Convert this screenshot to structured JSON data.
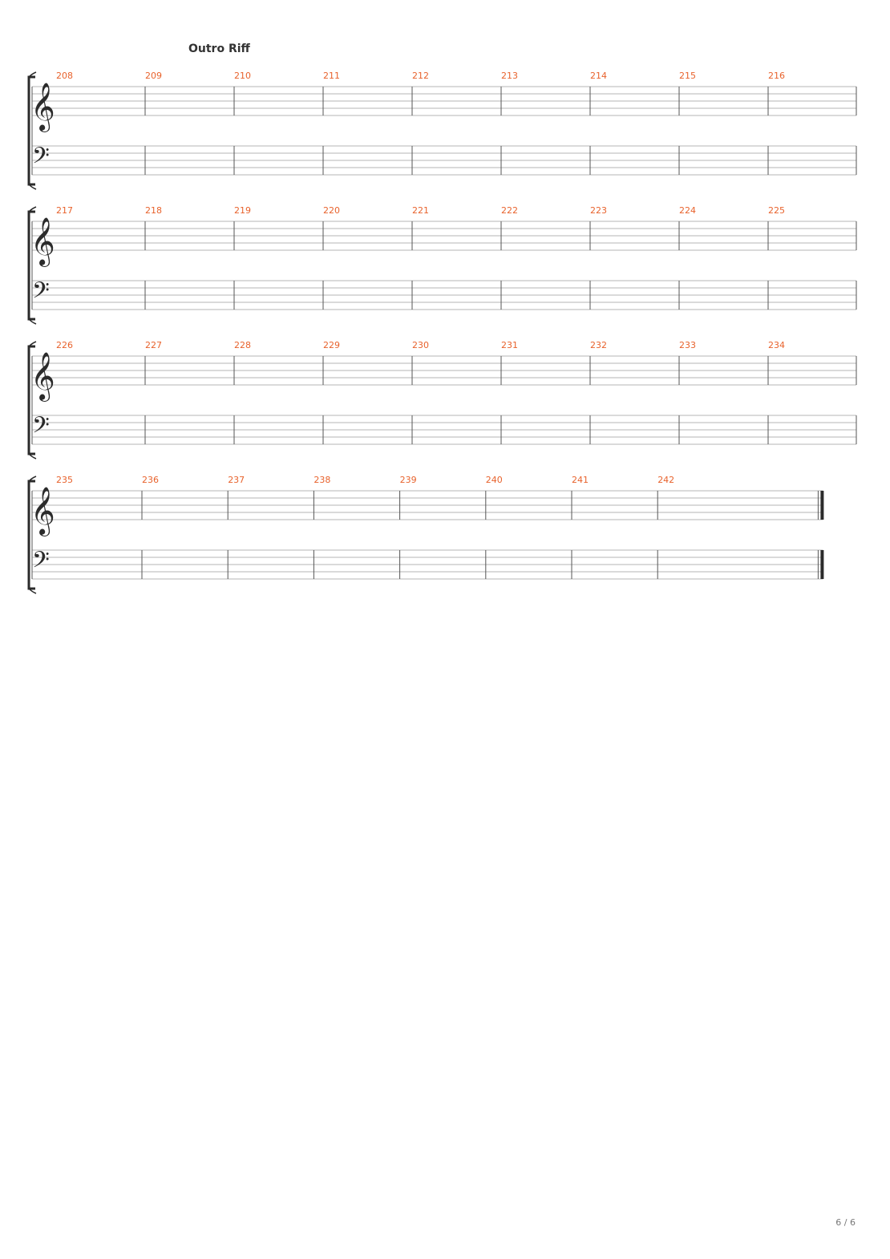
{
  "section_title": "Outro Riff",
  "page_number": "6 / 6",
  "colors": {
    "measure_number": "#e8622c",
    "staff_line": "#b5b5b5",
    "barline": "#555555",
    "clef": "#2b2b2b",
    "title": "#333333"
  },
  "systems": [
    {
      "measures": [
        "208",
        "209",
        "210",
        "211",
        "212",
        "213",
        "214",
        "215",
        "216"
      ],
      "final": false
    },
    {
      "measures": [
        "217",
        "218",
        "219",
        "220",
        "221",
        "222",
        "223",
        "224",
        "225"
      ],
      "final": false
    },
    {
      "measures": [
        "226",
        "227",
        "228",
        "229",
        "230",
        "231",
        "232",
        "233",
        "234"
      ],
      "final": false
    },
    {
      "measures": [
        "235",
        "236",
        "237",
        "238",
        "239",
        "240",
        "241",
        "242"
      ],
      "final": true
    }
  ],
  "staves": [
    {
      "clef": "treble",
      "clef_icon": "treble-clef-icon"
    },
    {
      "clef": "bass",
      "clef_icon": "bass-clef-icon"
    }
  ]
}
